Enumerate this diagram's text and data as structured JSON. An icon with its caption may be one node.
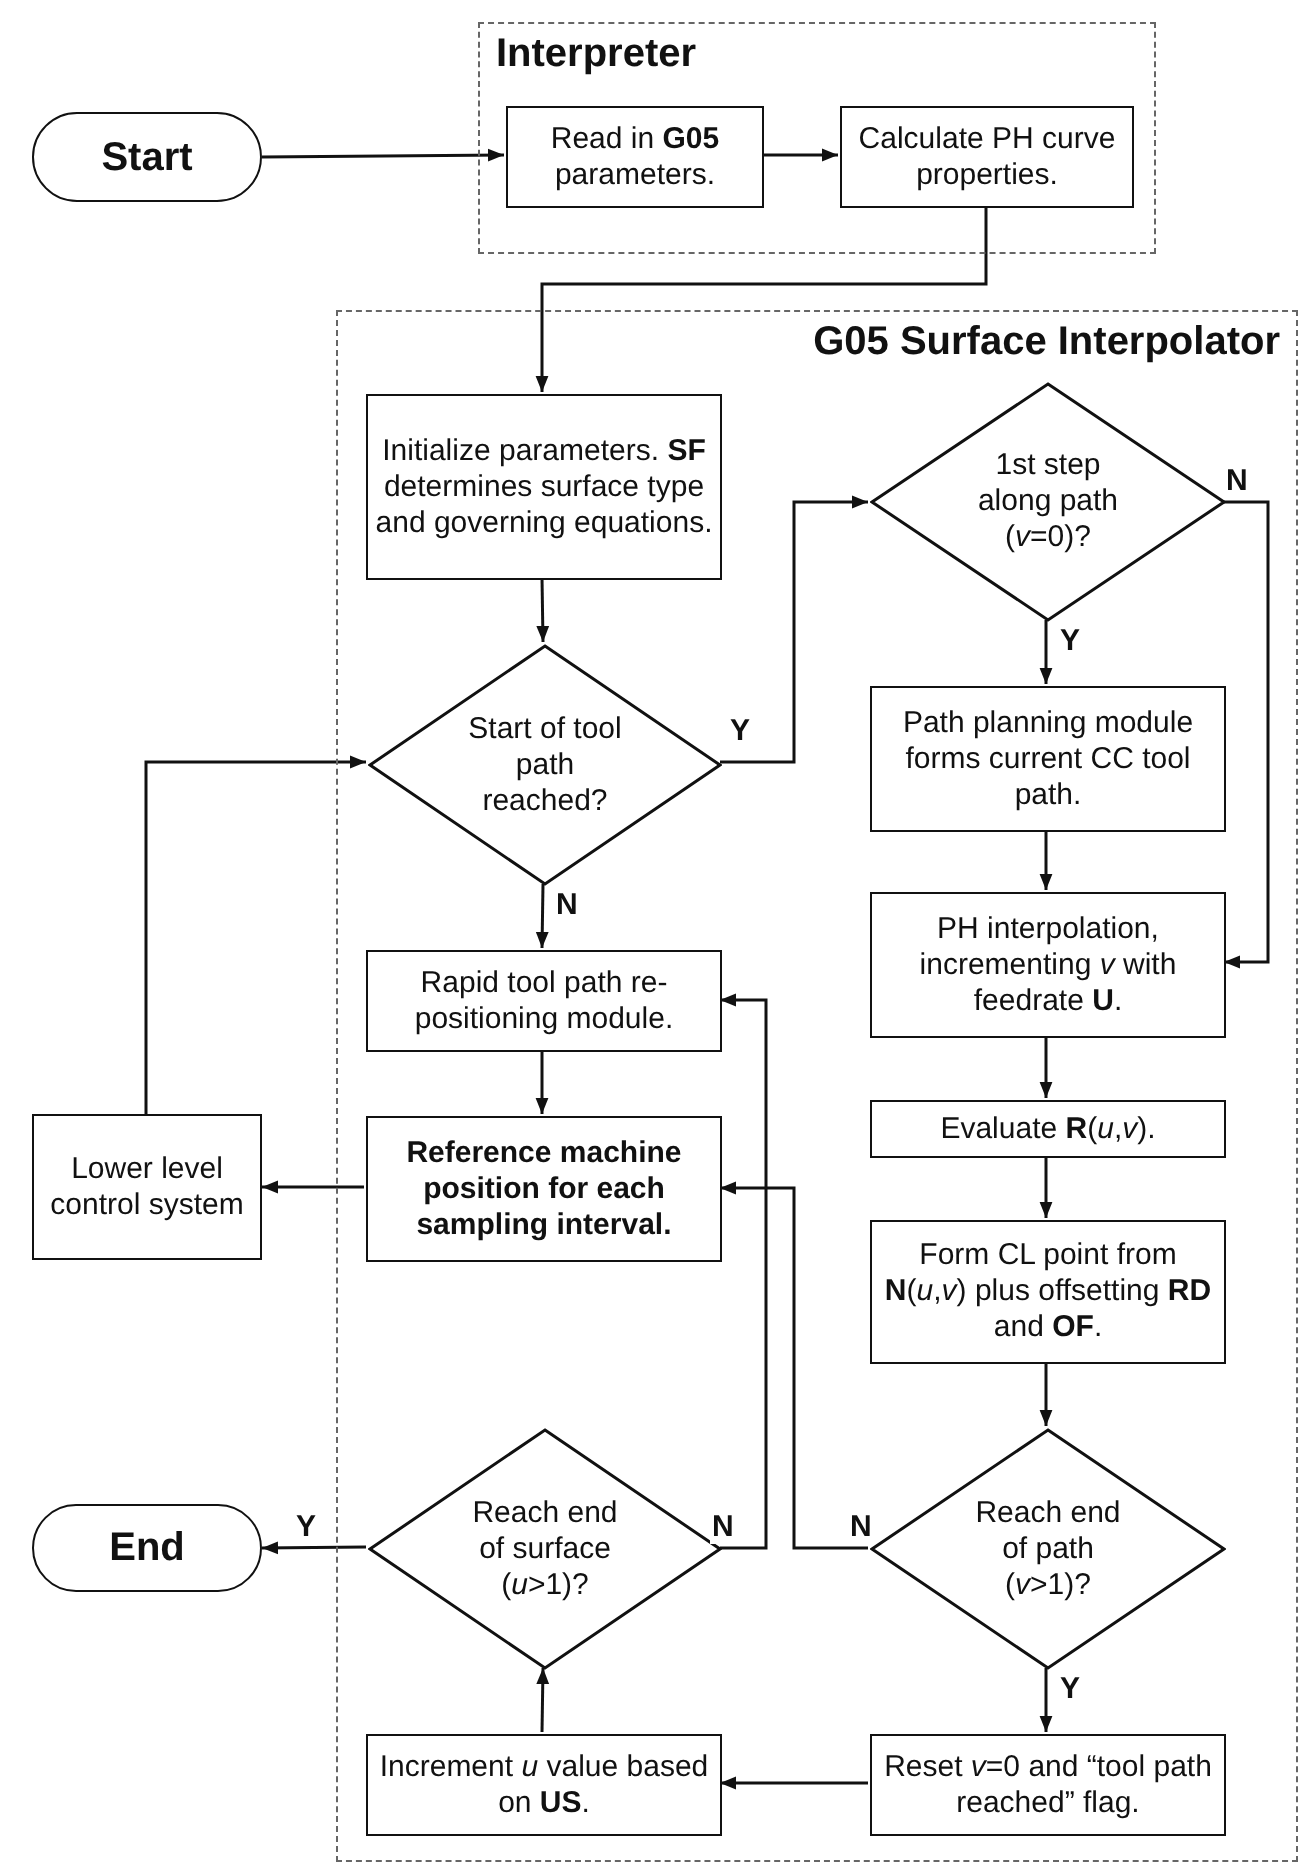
{
  "diagram": {
    "nodes": [
      {
        "text": [
          "Interpreter"
        ]
      },
      {
        "text": [
          "Start"
        ]
      },
      {
        "text": [
          "Read in **G05** parameters."
        ],
        "in": 0
      },
      {
        "text": [
          "Calculate PH curve properties."
        ],
        "in": 0
      },
      {
        "text": [
          "G05 Surface Interpolator"
        ]
      },
      {
        "text": [
          "Initialize parameters. **SF** determines surface type and governing equations."
        ],
        "in": 4
      },
      {
        "text": [
          "1st step along path (*v*=0)?"
        ],
        "in": 4
      },
      {
        "text": [
          "Start of tool path reached?"
        ],
        "in": 4
      },
      {
        "text": [
          "Path planning module forms current CC tool path."
        ],
        "in": 4
      },
      {
        "text": [
          "PH interpolation, incrementing *v* with feedrate **U**."
        ],
        "in": 4
      },
      {
        "text": [
          "Rapid tool path re-positioning module."
        ],
        "in": 4
      },
      {
        "text": [
          "Lower level control system"
        ]
      },
      {
        "text": [
          "Reference machine position for each sampling interval."
        ],
        "in": 4
      },
      {
        "text": [
          "Evaluate **R**(*u*,*v*)."
        ],
        "in": 4
      },
      {
        "text": [
          "Form CL point from **N**(*u*,*v*) plus offsetting **RD** and **OF**."
        ],
        "in": 4
      },
      {
        "text": [
          "Reach end of surface (*u*>1)?"
        ],
        "in": 4
      },
      {
        "text": [
          "Reach end of path (*v*>1)?"
        ],
        "in": 4
      },
      {
        "text": [
          "End"
        ]
      },
      {
        "text": [
          "Increment *u* value based on **US**."
        ],
        "in": 4
      },
      {
        "text": [
          "Reset *v*=0 and “tool path reached” flag."
        ],
        "in": 4
      }
    ],
    "edges": [
      {
        "from": 1,
        "to": 2,
        "arrow": "to"
      },
      {
        "from": 2,
        "to": 3,
        "arrow": "to"
      },
      {
        "from": 3,
        "to": 5,
        "arrow": "to"
      },
      {
        "from": 5,
        "to": 7,
        "arrow": "to"
      },
      {
        "from": 7,
        "to": 6,
        "arrow": "to",
        "label": "Y"
      },
      {
        "from": 7,
        "to": 10,
        "arrow": "to",
        "label": "N"
      },
      {
        "from": 6,
        "to": 8,
        "arrow": "to",
        "label": "Y"
      },
      {
        "from": 6,
        "to": 9,
        "arrow": "to",
        "label": "N"
      },
      {
        "from": 8,
        "to": 9,
        "arrow": "to"
      },
      {
        "from": 10,
        "to": 12,
        "arrow": "to"
      },
      {
        "from": 12,
        "to": 11,
        "arrow": "to"
      },
      {
        "from": 11,
        "to": 7,
        "arrow": "to"
      },
      {
        "from": 9,
        "to": 13,
        "arrow": "to"
      },
      {
        "from": 13,
        "to": 14,
        "arrow": "to"
      },
      {
        "from": 14,
        "to": 16,
        "arrow": "to"
      },
      {
        "from": 16,
        "to": 19,
        "arrow": "to",
        "label": "Y"
      },
      {
        "from": 16,
        "to": 12,
        "arrow": "to",
        "label": "N"
      },
      {
        "from": 19,
        "to": 18,
        "arrow": "to"
      },
      {
        "from": 18,
        "to": 15,
        "arrow": "to"
      },
      {
        "from": 15,
        "to": 17,
        "arrow": "to",
        "label": "Y"
      },
      {
        "from": 15,
        "to": 10,
        "arrow": "to",
        "label": "N"
      }
    ]
  }
}
